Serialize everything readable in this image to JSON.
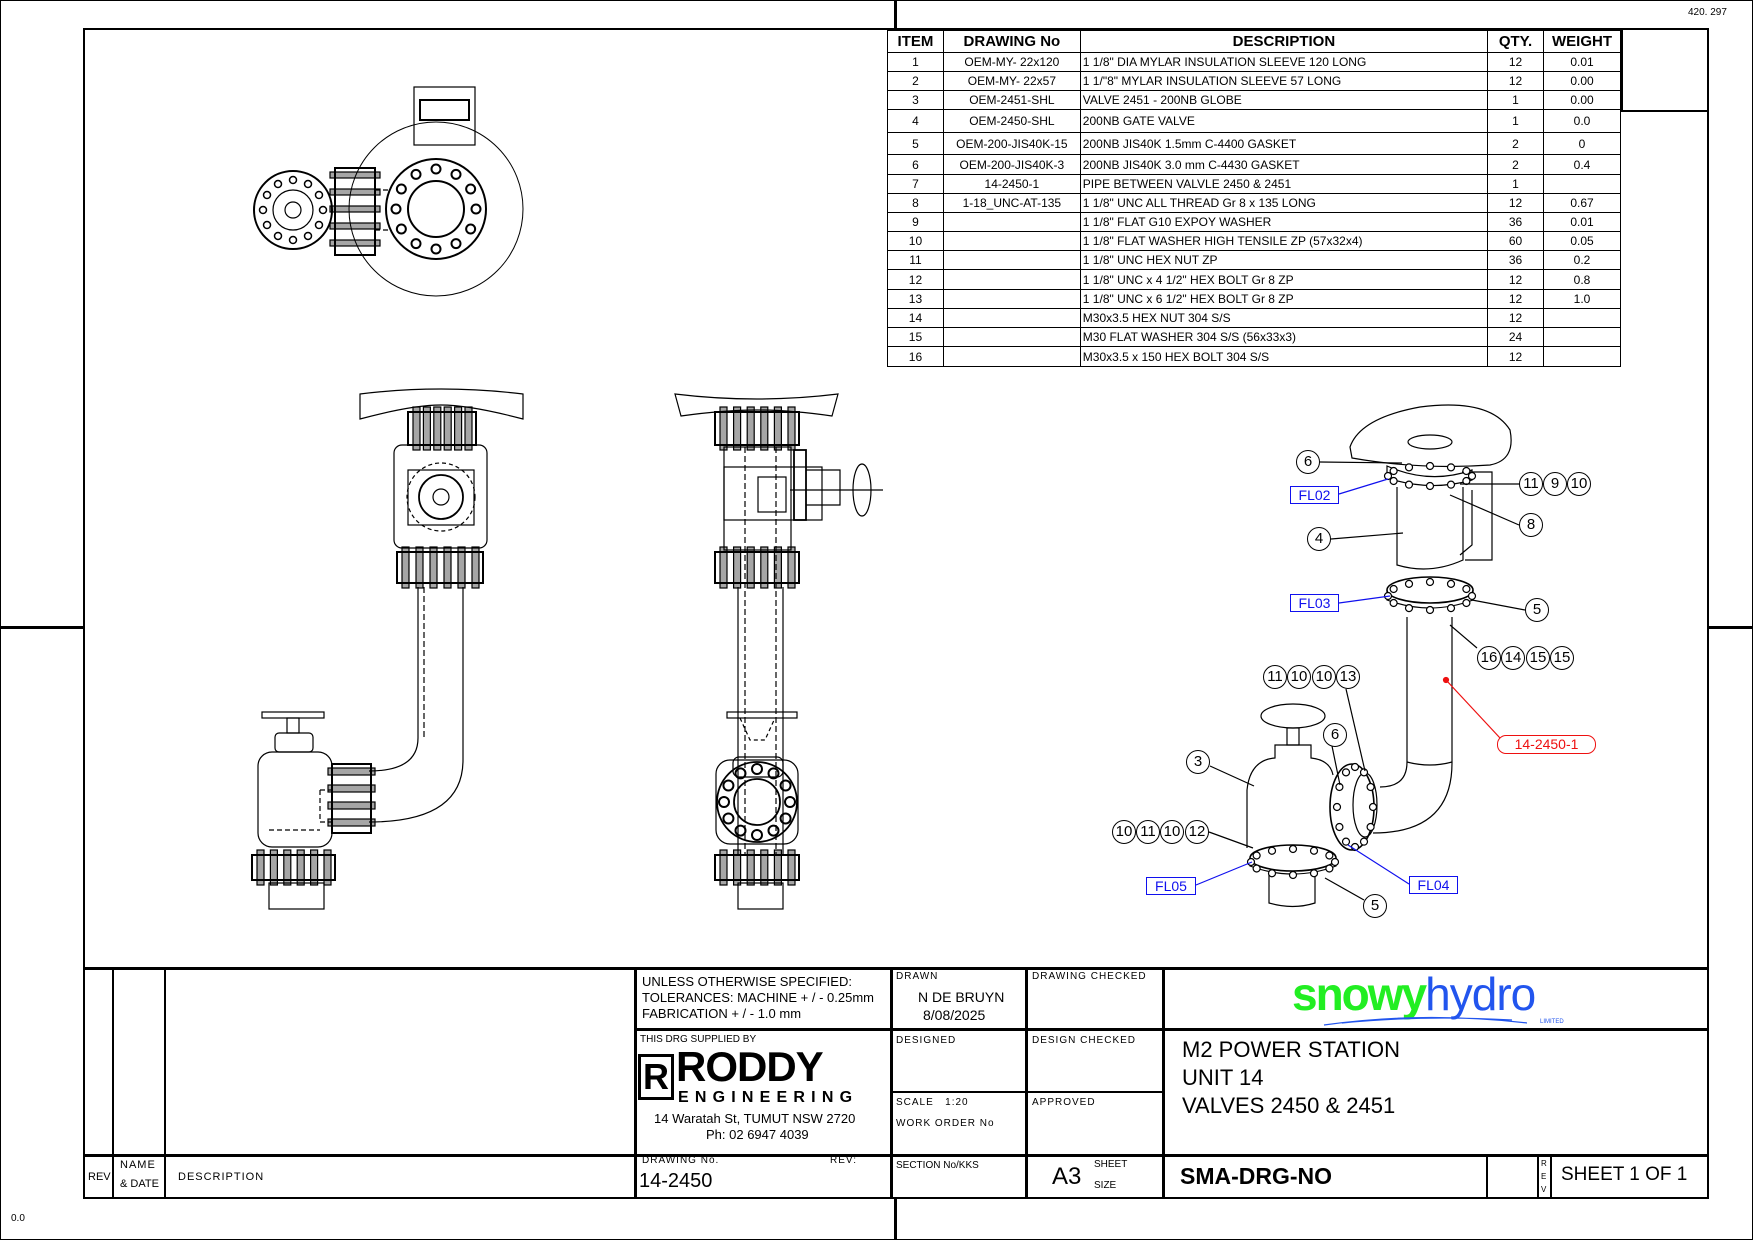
{
  "corner_top_right": "420. 297",
  "corner_bottom_left": "0.0",
  "bom": {
    "headers": [
      "ITEM",
      "DRAWING No",
      "DESCRIPTION",
      "QTY.",
      "WEIGHT"
    ],
    "rows": [
      {
        "item": "1",
        "drawing": "OEM-MY- 22x120",
        "desc": "1 1/8\" DIA MYLAR INSULATION SLEEVE 120 LONG",
        "qty": "12",
        "weight": "0.01"
      },
      {
        "item": "2",
        "drawing": "OEM-MY- 22x57",
        "desc": "1 1/\"8\" MYLAR INSULATION SLEEVE 57 LONG",
        "qty": "12",
        "weight": "0.00"
      },
      {
        "item": "3",
        "drawing": "OEM-2451-SHL",
        "desc": "VALVE 2451 - 200NB GLOBE",
        "qty": "1",
        "weight": "0.00"
      },
      {
        "item": "4",
        "drawing": "OEM-2450-SHL",
        "desc": "200NB GATE VALVE",
        "qty": "1",
        "weight": "0.0"
      },
      {
        "item": "5",
        "drawing": "OEM-200-JIS40K-15",
        "desc": "200NB JIS40K 1.5mm C-4400 GASKET",
        "qty": "2",
        "weight": "0"
      },
      {
        "item": "6",
        "drawing": "OEM-200-JIS40K-3",
        "desc": "200NB JIS40K 3.0 mm C-4430 GASKET",
        "qty": "2",
        "weight": "0.4"
      },
      {
        "item": "7",
        "drawing": "14-2450-1",
        "desc": "PIPE BETWEEN VALVLE 2450 & 2451",
        "qty": "1",
        "weight": ""
      },
      {
        "item": "8",
        "drawing": "1-18_UNC-AT-135",
        "desc": "1 1/8\" UNC ALL THREAD Gr 8 x 135 LONG",
        "qty": "12",
        "weight": "0.67"
      },
      {
        "item": "9",
        "drawing": "",
        "desc": "1 1/8\" FLAT G10 EXPOY WASHER",
        "qty": "36",
        "weight": "0.01"
      },
      {
        "item": "10",
        "drawing": "",
        "desc": "1 1/8\" FLAT WASHER HIGH TENSILE ZP (57x32x4)",
        "qty": "60",
        "weight": "0.05"
      },
      {
        "item": "11",
        "drawing": "",
        "desc": "1 1/8\" UNC HEX NUT ZP",
        "qty": "36",
        "weight": "0.2"
      },
      {
        "item": "12",
        "drawing": "",
        "desc": "1 1/8\" UNC x 4 1/2\" HEX BOLT Gr 8 ZP",
        "qty": "12",
        "weight": "0.8"
      },
      {
        "item": "13",
        "drawing": "",
        "desc": "1 1/8\" UNC x 6 1/2\" HEX BOLT Gr 8 ZP",
        "qty": "12",
        "weight": "1.0"
      },
      {
        "item": "14",
        "drawing": "",
        "desc": "M30x3.5 HEX NUT 304 S/S",
        "qty": "12",
        "weight": ""
      },
      {
        "item": "15",
        "drawing": "",
        "desc": "M30 FLAT WASHER 304 S/S (56x33x3)",
        "qty": "24",
        "weight": ""
      },
      {
        "item": "16",
        "drawing": "",
        "desc": "M30x3.5 x 150 HEX BOLT 304 S/S",
        "qty": "12",
        "weight": ""
      }
    ]
  },
  "callouts": {
    "balloons": [
      "6",
      "11",
      "9",
      "10",
      "8",
      "4",
      "5",
      "16",
      "14",
      "15",
      "15",
      "11",
      "10",
      "10",
      "13",
      "6",
      "3",
      "10",
      "11",
      "10",
      "12",
      "5"
    ],
    "fl02": "FL02",
    "fl03": "FL03",
    "fl04": "FL04",
    "fl05": "FL05",
    "part": "14-2450-1"
  },
  "title_block": {
    "tolerances": [
      "UNLESS OTHERWISE SPECIFIED:",
      "TOLERANCES: MACHINE + / - 0.25mm",
      "FABRICATION + / - 1.0 mm"
    ],
    "drawn_label": "DRAWN",
    "drawn_by": "N DE BRUYN",
    "drawn_date": "8/08/2025",
    "drawing_checked_label": "DRAWING CHECKED",
    "client_logo": {
      "part1": "snowy",
      "part2": "hydro",
      "suffix": "LIMITED",
      "green": "#22ee22",
      "blue": "#2255ee"
    },
    "supplied_by_label": "THIS DRG SUPPLIED BY",
    "supplier_logo": {
      "mark": "R",
      "name": "RODDY",
      "sub": "ENGINEERING"
    },
    "supplier_address": "14 Waratah St, TUMUT NSW 2720",
    "supplier_phone": "Ph: 02 6947 4039",
    "designed_label": "DESIGNED",
    "design_checked_label": "DESIGN CHECKED",
    "scale_label": "SCALE",
    "scale_value": "1:20",
    "work_order_label": "WORK ORDER No",
    "approved_label": "APPROVED",
    "title_lines": [
      "M2 POWER STATION",
      "UNIT 14",
      "VALVES 2450 & 2451"
    ],
    "drawing_no_label": "DRAWING No.",
    "rev_label": "REV:",
    "drawing_no": "14-2450",
    "section_label": "SECTION No/KKS",
    "sheet_size": "A3",
    "sheet_size_label1": "SHEET",
    "sheet_size_label2": "SIZE",
    "client_drawing_no": "SMA-DRG-NO",
    "rev_vertical": [
      "R",
      "E",
      "V"
    ],
    "sheet": "SHEET 1 OF 1",
    "revision_block": {
      "rev": "REV",
      "name": "NAME",
      "date": "& DATE",
      "description": "DESCRIPTION"
    }
  }
}
